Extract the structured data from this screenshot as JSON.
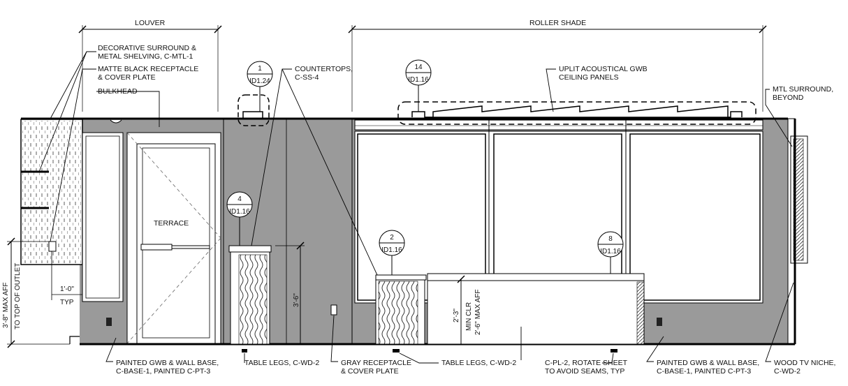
{
  "dimensions": {
    "louver": "LOUVER",
    "roller_shade": "ROLLER SHADE",
    "outlet_height_1": "3'-8\" MAX AFF",
    "outlet_height_2": "TO TOP OF OUTLET",
    "spacing_1": "1'-0\"",
    "spacing_2": "TYP",
    "counter_height": "3'-6\"",
    "min_clr_1": "2'-3\"",
    "min_clr_2": "MIN CLR",
    "min_clr_3": "2'-6\" MAX AFF"
  },
  "callouts": [
    {
      "num": "1",
      "sheet": "ID1.24"
    },
    {
      "num": "14",
      "sheet": "ID1.16"
    },
    {
      "num": "4",
      "sheet": "ID1.16"
    },
    {
      "num": "2",
      "sheet": "ID1.16"
    },
    {
      "num": "8",
      "sheet": "ID1.16"
    }
  ],
  "notes": {
    "decorative_1": "DECORATIVE SURROUND &",
    "decorative_2": "METAL SHELVING, C-MTL-1",
    "receptacle_1": "MATTE BLACK RECEPTACLE",
    "receptacle_2": "& COVER PLATE",
    "bulkhead": "BULKHEAD",
    "countertops_1": "COUNTERTOPS,",
    "countertops_2": "C-SS-4",
    "uplit_1": "UPLIT ACOUSTICAL GWB",
    "uplit_2": "CEILING PANELS",
    "mtl_1": "MTL SURROUND,",
    "mtl_2": "BEYOND",
    "terrace": "TERRACE",
    "painted_left_1": "PAINTED GWB & WALL BASE,",
    "painted_left_2": "C-BASE-1, PAINTED C-PT-3",
    "legs_left": "TABLE LEGS, C-WD-2",
    "gray_1": "GRAY RECEPTACLE",
    "gray_2": "& COVER PLATE",
    "legs_mid": "TABLE LEGS, C-WD-2",
    "cpl_1": "C-PL-2, ROTATE SHEET",
    "cpl_2": "TO AVOID SEAMS, TYP",
    "painted_right_1": "PAINTED GWB & WALL BASE,",
    "painted_right_2": "C-BASE-1, PAINTED C-PT-3",
    "wood_1": "WOOD TV NICHE,",
    "wood_2": "C-WD-2"
  }
}
